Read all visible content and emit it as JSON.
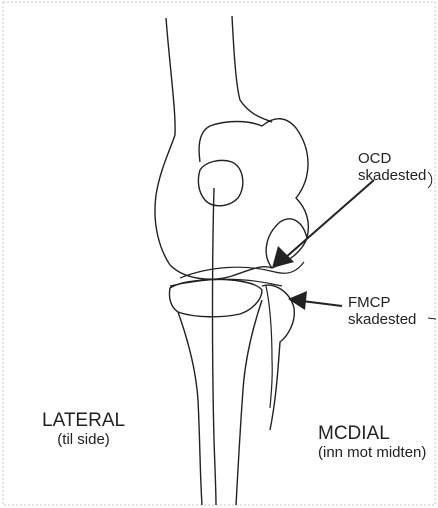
{
  "labels": {
    "ocd_line1": "OCD",
    "ocd_line2": "skadested",
    "fmcp_line1": "FMCP",
    "fmcp_line2": "skadested",
    "lateral": "LATERAL",
    "lateral_sub": "(til side)",
    "medial": "MCDIAL",
    "medial_sub": "(inn mot midten)"
  },
  "colors": {
    "stroke": "#222222",
    "background": "#ffffff",
    "frame": "#c8c8c8"
  }
}
